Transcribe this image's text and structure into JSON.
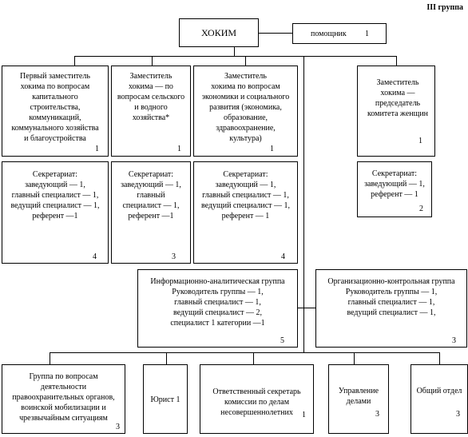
{
  "title": "III  группа",
  "hokim": {
    "label": "ХОКИМ"
  },
  "assistant": {
    "label": "помощник",
    "number": "1"
  },
  "deputies": [
    {
      "text": "Первый заместитель\nхокима по вопросам\nкапитального\nстроительства,\nкоммуникаций,\nкоммунального хозяйства\nи благоустройства",
      "number": "1"
    },
    {
      "text": "Заместитель\nхокима — по\nвопросам сельского\nи водного\nхозяйства*",
      "number": "1"
    },
    {
      "text": "Заместитель\nхокима по вопросам\nэкономики и социального\nразвития (экономика,\nобразование,\nздравоохранение,\nкультура)",
      "number": "1"
    },
    {
      "text": "Заместитель\nхокима —\nпредседатель\nкомитета женщин",
      "number": "1"
    }
  ],
  "secretariats": [
    {
      "text": "Секретариат:\nзаведующий — 1,\nглавный специалист — 1,\nведущий специалист — 1,\nреферент —1",
      "number": "4"
    },
    {
      "text": "Секретариат:\nзаведующий — 1,\nглавный\nспециалист — 1,\nреферент —1",
      "number": "3"
    },
    {
      "text": "Секретариат:\nзаведующий — 1,\nглавный специалист — 1,\nведущий специалист — 1,\nреферент — 1",
      "number": "4"
    },
    {
      "text": "Секретариат:\nзаведующий — 1,\nреферент — 1",
      "number": "2"
    }
  ],
  "groups": [
    {
      "text": "Информационно-аналитическая группа\nРуководитель группы — 1,\nглавный специалист — 1,\nведущий специалист — 2,\nспециалист 1 категории —1",
      "number": "5"
    },
    {
      "text": "Организационно-контрольная группа\nРуководитель группы — 1,\nглавный специалист — 1,\nведущий специалист — 1,",
      "number": "3"
    }
  ],
  "bottom_units": [
    {
      "text": "Группа по вопросам\nдеятельности\nправоохранительных органов,\nвоинской мобилизации и\nчрезвычайным ситуациям",
      "number": "3"
    },
    {
      "text": "Юрист 1",
      "number": ""
    },
    {
      "text": "Ответственный секретарь\nкомиссии по делам\nнесовершеннолетних",
      "number": "1"
    },
    {
      "text": "Управление\nделами",
      "number": "3"
    },
    {
      "text": "Общий отдел",
      "number": "3"
    }
  ]
}
